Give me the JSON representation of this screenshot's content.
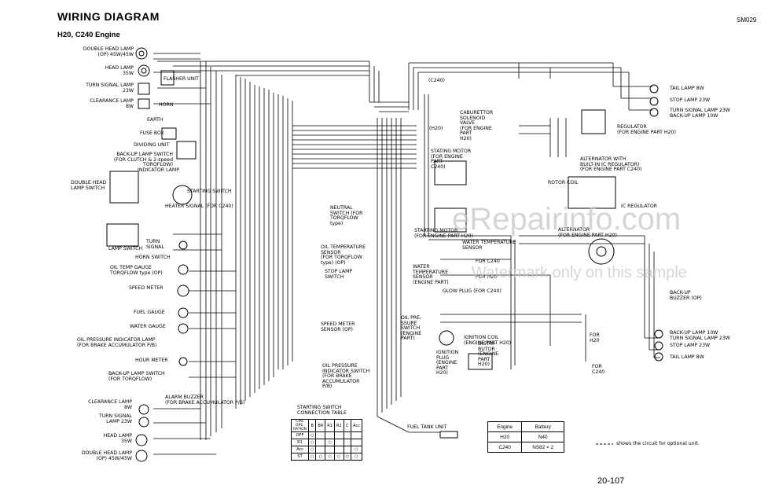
{
  "header": {
    "title": "WIRING DIAGRAM",
    "code": "SM029",
    "subtitle": "H20, C240 Engine"
  },
  "left_labels": {
    "double_head_lamp_top": "DOUBLE HEAD LAMP\n(OP) 45W/45W",
    "head_lamp_top": "HEAD LAMP\n35W",
    "flasher_unit": "FLASHER UNIT",
    "turn_signal_lamp_top": "TURN SIGNAL LAMP\n23W",
    "clearance_lamp_top": "CLEARANCE LAMP\n8W",
    "horn": "HORN",
    "earth": "EARTH",
    "fuse_box": "FUSE BOX",
    "dividing_unit": "DIVIDING UNIT",
    "back_up_lamp_switch_clutch": "BACK-UP LAMP SWITCH\n(FOR CLUTCH & 2-speed\nTORQFLOW)",
    "indicator_lamp": "INDICATOR LAMP",
    "double_head_lamp_switch": "DOUBLE HEAD\nLAMP SWITCH",
    "starting_switch": "STARTING SWITCH",
    "heater_signal": "HEATER SIGNAL (FOR C240)",
    "lamp_switch": "LAMP SWITCH",
    "turn_signal_switch": "TURN\nSIGNAL",
    "horn_switch": "HORN SWITCH",
    "oil_temp_gauge": "OIL TEMP GAUGE\nTORQFLOW type (OP)",
    "speed_meter": "SPEED METER",
    "fuel_gauge": "FUEL GAUGE",
    "water_gauge": "WATER GAUGE",
    "oil_pressure_indicator_lamp": "OIL PRESSURE INDICATOR LAMP\n(FOR BRAKE ACCUMULATOR P/B)",
    "hour_meter": "HOUR METER",
    "back_up_lamp_switch_torqflow": "BACK-UP LAMP SWITCH\n(FOR TORQFLOW)",
    "alarm_buzzer": "ALARM BUZZER\n(FOR BRAKE ACCUMULATOR P/B)",
    "clearance_lamp_bottom": "CLEARANCE LAMP\n8W",
    "turn_signal_lamp_bottom": "TURN SIGNAL\nLAMP 23W",
    "head_lamp_bottom": "HEAD LAMP\n35W",
    "double_head_lamp_bottom": "DOUBLE HEAD LAMP\n(OP) 45W/45W"
  },
  "center_labels": {
    "neutral_switch": "NEUTRAL\nSWITCH (FOR\nTORQFLOW\ntype)",
    "oil_temperature_sensor": "OIL TEMPERATURE\nSENSOR\n(FOR TORQFLOW\ntype) (OP)",
    "stop_lamp_switch": "STOP LAMP\nSWITCH",
    "speed_meter_sensor": "SPEED METER\nSENSOR (OP)",
    "oil_pressure_indicator_switch": "OIL PRESSURE\nINDICATOR SWITCH\n(FOR BRAKE\nACCUMULATOR\nP/B)",
    "c240_top": "(C240)",
    "carburettor": "CABURETTOR\nSOLENOID\nVALVE\n(FOR ENGINE\nPART\nH20)",
    "h20_mid": "(H20)",
    "stating_motor": "STATING MOTOR\n(FOR ENGINE\nPART\nC240)",
    "starting_motor_h20": "STARTING MOTOR\n(FOR ENGINE PART H20)",
    "water_temperature_sensor_top": "WATER TEMPERATURE\nSENSOR",
    "water_temperature_sensor_mid": "WATER\nTEMPERATURE\nSENSOR\n(ENGINE PART)",
    "for_c240_mid": "FOR C240",
    "for_h20_mid": "FOR H20",
    "glow_plug": "GLOW PLUG (FOR C240)",
    "oil_pressure_switch": "OIL PRE-\nSSURE\nSWITCH\n(ENGINE\nPART)",
    "ignition_coil": "IGNITION COIL\n(ENGINE PART H20)",
    "ignition_plug": "IGNITION\nPLUG\n(ENGINE\nPART\nH20)",
    "distributor": "DISTRI-\nBUTOR\n(ENGINE\nPART\nH20)",
    "for_h20_low": "FOR\nH20",
    "for_c240_low": "FOR\nC240",
    "fuel_tank_unit": "FUEL TANK UNIT"
  },
  "right_labels": {
    "tail_lamp_top": "TAIL LAMP 8W",
    "stop_lamp": "STOP LAMP 23W",
    "turn_signal_back_up_top": "TURN SIGNAL LAMP 23W\nBACK-UP LAMP 10W",
    "regulator": "REGULATOR\n(FOR ENGINE PART H20)",
    "alternator_ic": "ALTERNATOR WITH\nBUILT-IN IC REGULATOR)\n(FOR ENGINE PART C240)",
    "rotor_coil": "ROTOR COIL",
    "ic_regulator": "IC REGULATOR",
    "alternator_h20": "ALTERNATOR\n(FOR ENGINE PART H20)",
    "back_up_buzzer": "BACK-UP\nBUZZER (OP)",
    "back_up_turn_bottom": "BACK-UP LAMP 10W\nTURN SIGNAL LAMP 23W",
    "stop_lamp_bottom": "STOP LAMP 23W",
    "tail_lamp_bottom": "TAIL LAMP 8W"
  },
  "starting_switch_table": {
    "title": "STARTING SWITCH\nCONNECTION TABLE",
    "corner": "CIRC\nOPE-\nRATION",
    "columns": [
      "B",
      "BR",
      "R1",
      "R2",
      "C",
      "Acc"
    ],
    "rows": [
      "OFF",
      "R1",
      "Acc",
      "ST"
    ]
  },
  "battery_table": {
    "headers": [
      "Engine",
      "Battery"
    ],
    "rows": [
      [
        "H20",
        "N40"
      ],
      [
        "C240",
        "NS82 × 2"
      ]
    ]
  },
  "legend_note": "shows the circuit for optional unit.",
  "page_number": "20-107",
  "watermark": {
    "line1": "eRepairinfo.com",
    "line2": "Watermark only on this sample"
  }
}
